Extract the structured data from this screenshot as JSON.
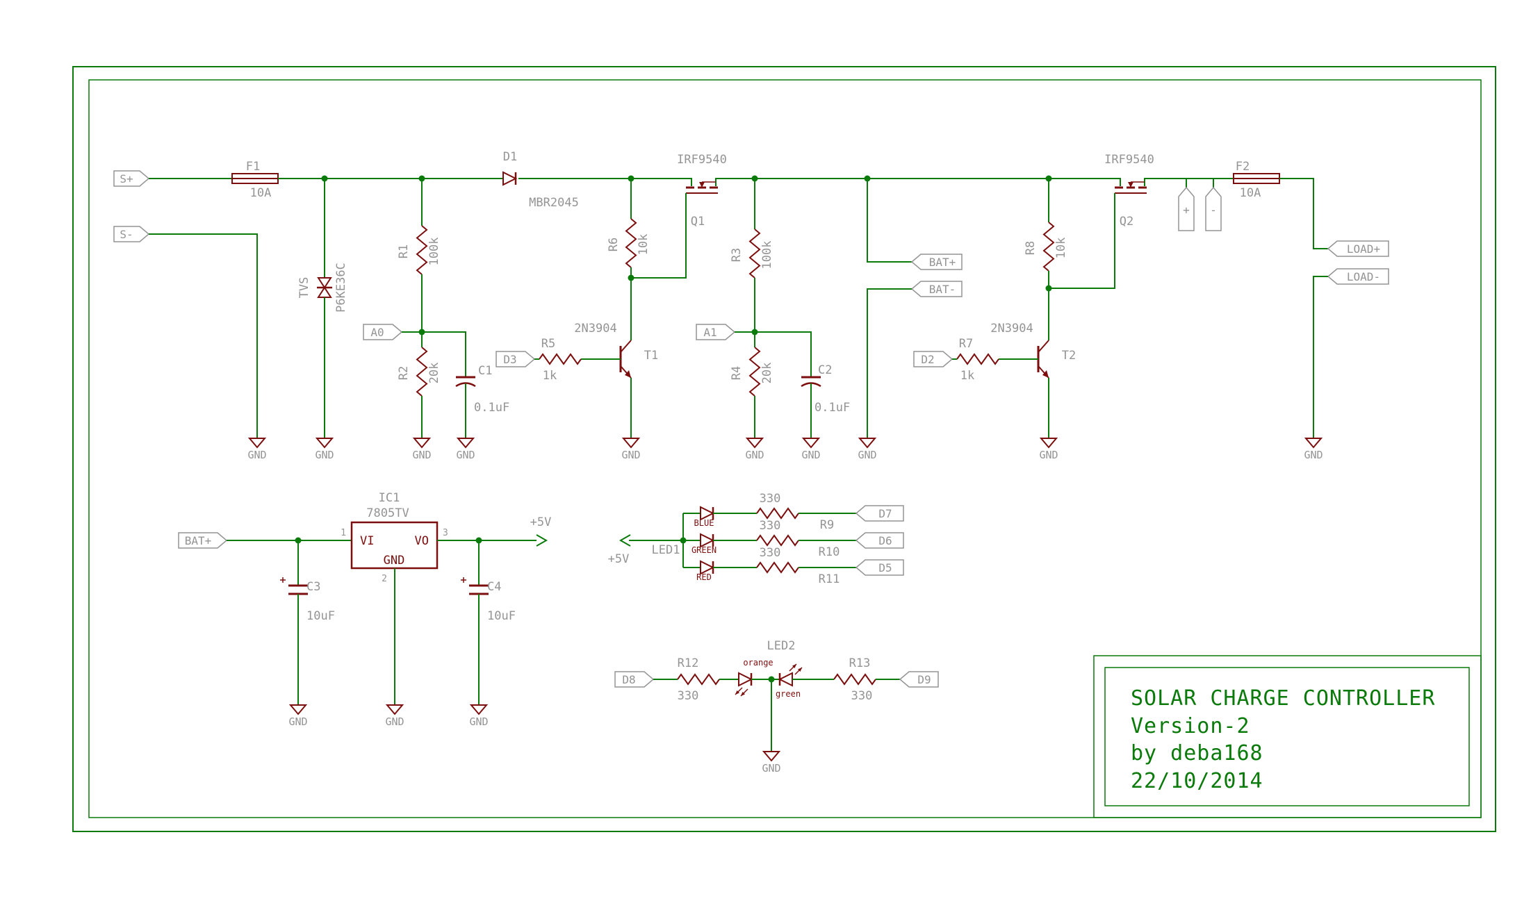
{
  "colors": {
    "wire": "#0a7a0a",
    "component": "#7d0e0e",
    "label": "#949494",
    "title": "#0a7a0a",
    "background": "#ffffff"
  },
  "labels": {
    "gnd": "GND",
    "plus5v": "+5V"
  },
  "tags": {
    "s_plus": "S+",
    "s_minus": "S-",
    "a0": "A0",
    "a1": "A1",
    "d2": "D2",
    "d3": "D3",
    "d5": "D5",
    "d6": "D6",
    "d7": "D7",
    "d8": "D8",
    "d9": "D9",
    "bat_plus": "BAT+",
    "bat_minus": "BAT-",
    "bat_plus_lower": "BAT+",
    "load_plus": "LOAD+",
    "load_minus": "LOAD-",
    "term_plus": "+",
    "term_minus": "-"
  },
  "components": {
    "f1": {
      "name": "F1",
      "value": "10A"
    },
    "f2": {
      "name": "F2",
      "value": "10A"
    },
    "tvs": {
      "name": "TVS",
      "value": "P6KE36C"
    },
    "d1": {
      "name": "D1",
      "value": "MBR2045"
    },
    "q1": {
      "name": "Q1",
      "value": "IRF9540"
    },
    "q2": {
      "name": "Q2",
      "value": "IRF9540"
    },
    "t1": {
      "name": "T1",
      "value": "2N3904"
    },
    "t2": {
      "name": "T2",
      "value": "2N3904"
    },
    "r1": {
      "name": "R1",
      "value": "100k"
    },
    "r2": {
      "name": "R2",
      "value": "20k"
    },
    "r3": {
      "name": "R3",
      "value": "100k"
    },
    "r4": {
      "name": "R4",
      "value": "20k"
    },
    "r5": {
      "name": "R5",
      "value": "1k"
    },
    "r6": {
      "name": "R6",
      "value": "10k"
    },
    "r7": {
      "name": "R7",
      "value": "1k"
    },
    "r8": {
      "name": "R8",
      "value": "10k"
    },
    "r9": {
      "name": "R9",
      "value": "330"
    },
    "r10": {
      "name": "R10",
      "value": "330"
    },
    "r11": {
      "name": "R11",
      "value": "330"
    },
    "r12": {
      "name": "R12",
      "value": "330"
    },
    "r13": {
      "name": "R13",
      "value": "330"
    },
    "c1": {
      "name": "C1",
      "value": "0.1uF"
    },
    "c2": {
      "name": "C2",
      "value": "0.1uF"
    },
    "c3": {
      "name": "C3",
      "value": "10uF"
    },
    "c4": {
      "name": "C4",
      "value": "10uF"
    },
    "ic1": {
      "name": "IC1",
      "value": "7805TV",
      "pin_vi": "VI",
      "pin_vo": "VO",
      "pin_gnd": "GND",
      "pin1": "1",
      "pin2": "2",
      "pin3": "3"
    },
    "led1": {
      "name": "LED1",
      "colors": [
        "BLUE",
        "GREEN",
        "RED"
      ]
    },
    "led2": {
      "name": "LED2",
      "color_left": "orange",
      "color_right": "green"
    }
  },
  "title_block": {
    "lines": [
      "SOLAR CHARGE CONTROLLER",
      "Version-2",
      "by deba168",
      "22/10/2014"
    ]
  }
}
